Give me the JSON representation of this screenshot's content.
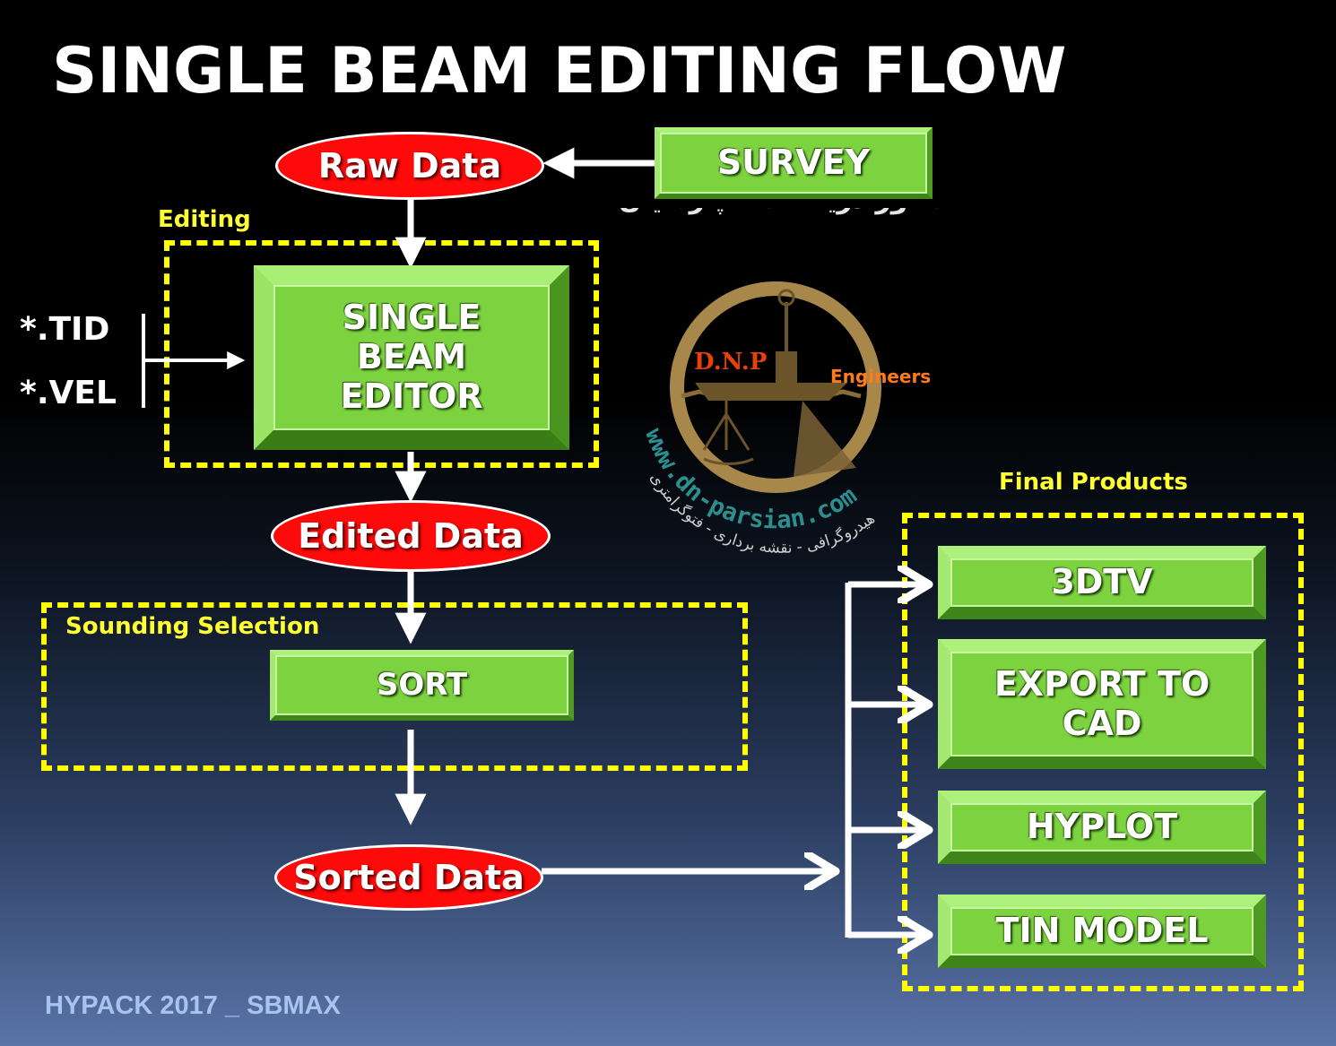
{
  "title": "SINGLE BEAM EDITING FLOW",
  "regions": {
    "editing": "Editing",
    "sounding_selection": "Sounding Selection",
    "final_products": "Final Products"
  },
  "nodes": {
    "raw_data": "Raw Data",
    "survey": "SURVEY",
    "editor": [
      "SINGLE",
      "BEAM",
      "EDITOR"
    ],
    "edited_data": "Edited Data",
    "sort": "SORT",
    "sorted_data": "Sorted Data"
  },
  "inputs": {
    "tid": "*.TID",
    "vel": "*.VEL"
  },
  "products": {
    "p1": "3DTV",
    "p2": [
      "EXPORT TO",
      "CAD"
    ],
    "p3": "HYPLOT",
    "p4": "TIN MODEL"
  },
  "logo": {
    "arc_text": "مهندسین مشاور دریا نقشه پارسیان",
    "initials": "D.N.P",
    "engineers": "Engineers",
    "url": "www.dn-parsian.com",
    "sub_text": "هیدروگرافی - نقشه برداری - فتوگرامتری"
  },
  "footer": "HYPACK 2017 _ SBMAX",
  "colors": {
    "box_green": "#7dd33f",
    "oval_red": "#ff0a0a",
    "dash_yellow": "#ffff00",
    "logo_ring": "#a8874a",
    "logo_teal": "#2c8f8f"
  }
}
